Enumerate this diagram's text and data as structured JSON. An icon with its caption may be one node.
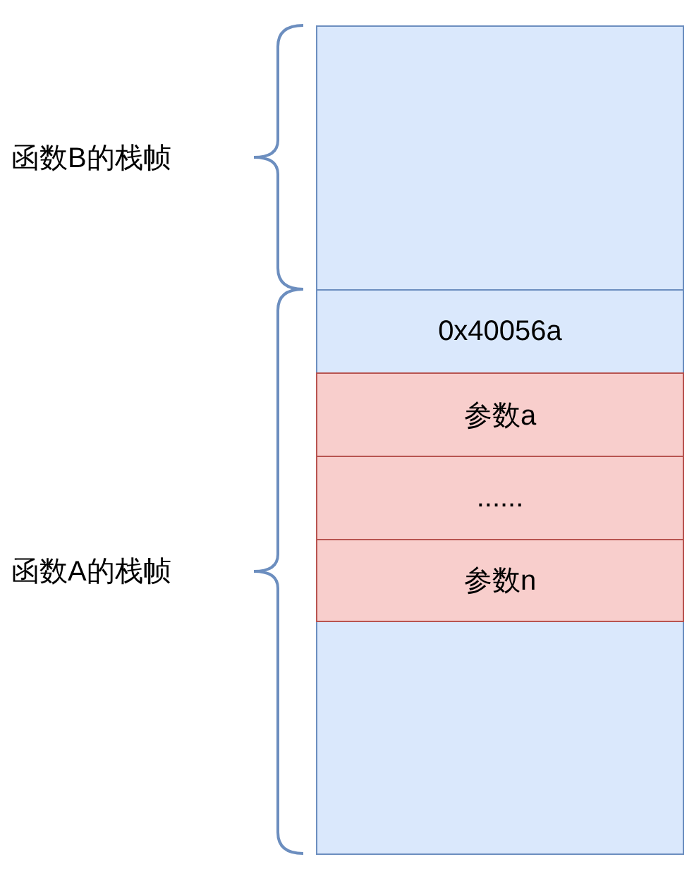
{
  "diagram": {
    "nodes": [
      {
        "text": [],
        "shape": "box"
      },
      {
        "text": [
          "0x40056a"
        ]
      },
      {
        "text": [
          "参数a"
        ]
      },
      {
        "text": [
          "......"
        ]
      },
      {
        "text": [
          "参数n"
        ]
      },
      {
        "text": [],
        "shape": "box"
      }
    ],
    "labels": [
      "函数B的栈帧",
      "函数A的栈帧"
    ]
  }
}
